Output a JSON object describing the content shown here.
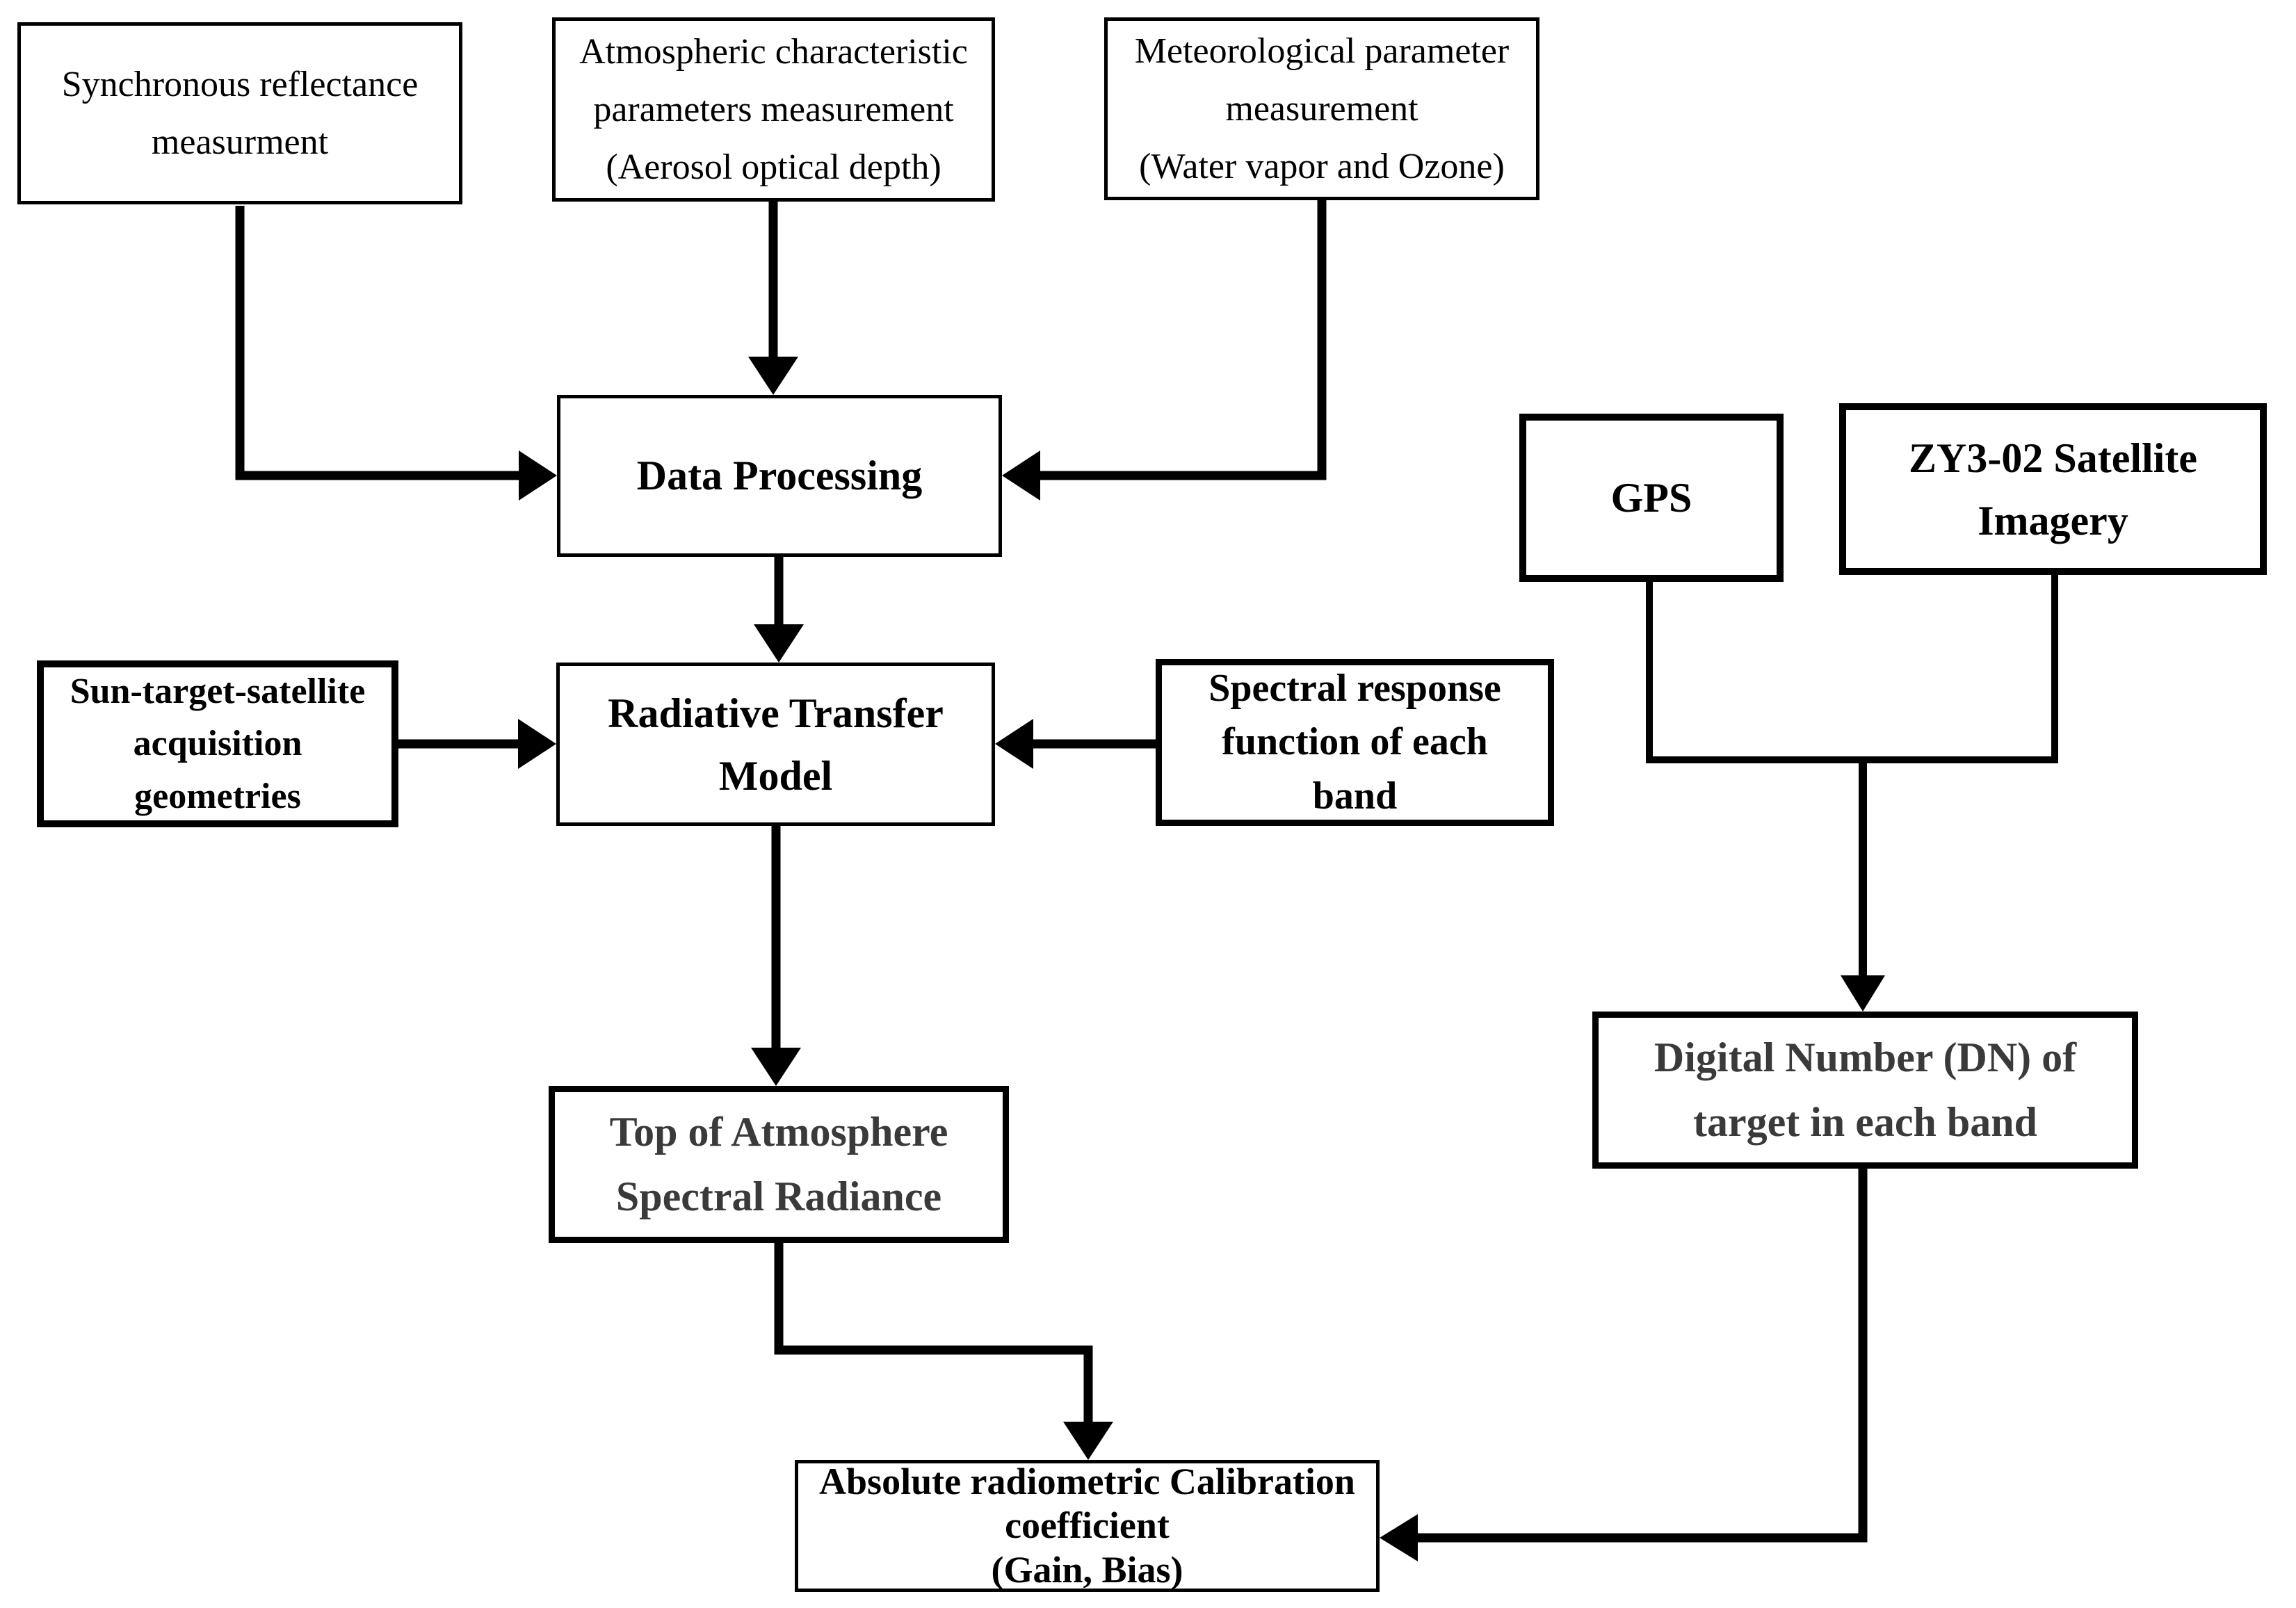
{
  "boxes": {
    "sync": {
      "label": "Synchronous reflectance\nmeasurment"
    },
    "atmo": {
      "label": "Atmospheric characteristic\nparameters measurement\n(Aerosol optical depth)"
    },
    "meteo": {
      "label": "Meteorological parameter\nmeasurement\n(Water vapor and Ozone)"
    },
    "dp": {
      "label": "Data Processing"
    },
    "gps": {
      "label": "GPS"
    },
    "zy3": {
      "label": "ZY3-02 Satellite\nImagery"
    },
    "sun": {
      "label": "Sun-target-satellite\nacquisition\ngeometries"
    },
    "rtm": {
      "label": "Radiative Transfer\nModel"
    },
    "srf": {
      "label": "Spectral response\nfunction of each\nband"
    },
    "toa": {
      "label": "Top of Atmosphere\nSpectral Radiance"
    },
    "dn": {
      "label": "Digital Number (DN) of\ntarget in each band"
    },
    "arc": {
      "label": "Absolute radiometric Calibration\ncoefficient\n(Gain, Bias)"
    }
  },
  "connections": [
    {
      "from": "synchronous-reflectance-measurment",
      "to": "data-processing"
    },
    {
      "from": "atmospheric-characteristic-parameters-measurement",
      "to": "data-processing"
    },
    {
      "from": "meteorological-parameter-measurement",
      "to": "data-processing"
    },
    {
      "from": "data-processing",
      "to": "radiative-transfer-model"
    },
    {
      "from": "sun-target-satellite-acquisition-geometries",
      "to": "radiative-transfer-model"
    },
    {
      "from": "spectral-response-function-of-each-band",
      "to": "radiative-transfer-model"
    },
    {
      "from": "radiative-transfer-model",
      "to": "top-of-atmosphere-spectral-radiance"
    },
    {
      "from": "gps",
      "to": "digital-number-of-target"
    },
    {
      "from": "zy3-02-satellite-imagery",
      "to": "digital-number-of-target"
    },
    {
      "from": "top-of-atmosphere-spectral-radiance",
      "to": "absolute-radiometric-calibration-coefficient"
    },
    {
      "from": "digital-number-of-target",
      "to": "absolute-radiometric-calibration-coefficient"
    }
  ],
  "colors": {
    "ink": "#000000",
    "muted_ink": "#3a3a3a",
    "background": "#ffffff"
  }
}
